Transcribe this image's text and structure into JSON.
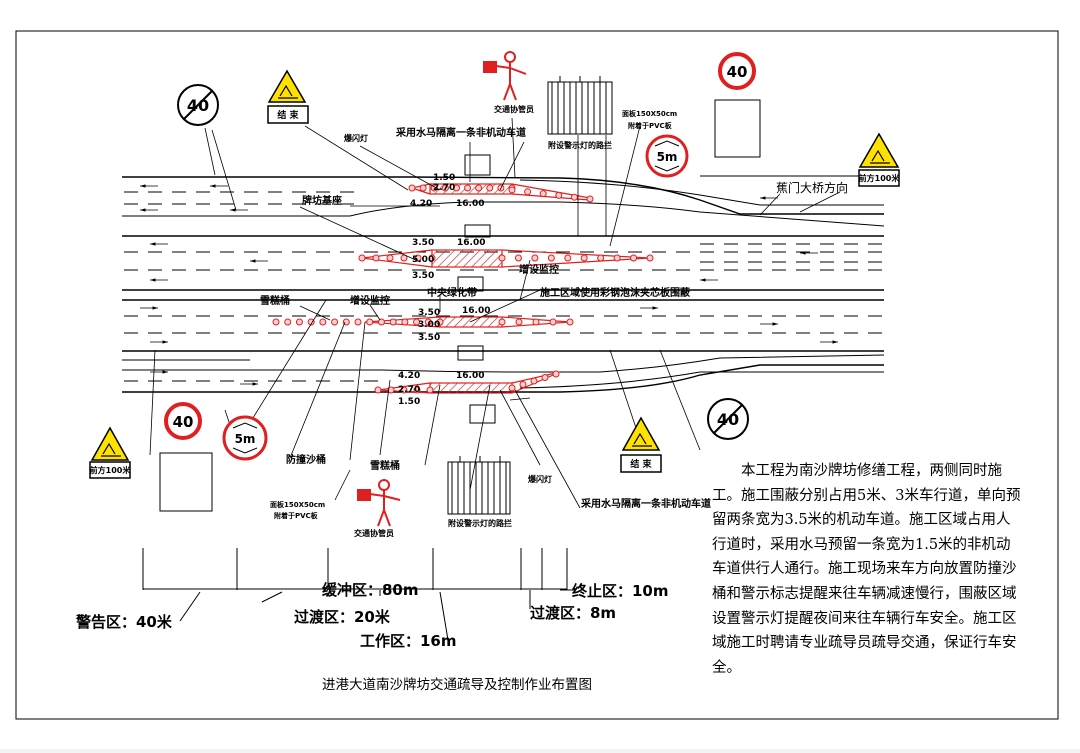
{
  "title": "进港大道南沙牌坊交通疏导及控制作业布置图",
  "signs": {
    "speed_end": "40",
    "speed_limit": "40",
    "height_limit": "5m",
    "end_work": "结 束",
    "ahead_100m": "前方100米"
  },
  "labels": {
    "water_barrier_top": "采用水马隔离一条非机动车道",
    "water_barrier_bottom": "采用水马隔离一条非机动车道",
    "flash_light_top": "爆闪灯",
    "flash_light_bottom": "爆闪灯",
    "traffic_guard_top": "交通协管员",
    "traffic_guard_bottom": "交通协管员",
    "fence_top": "附设警示灯的路拦",
    "fence_bottom": "附设警示灯的路拦",
    "pvc_top_1": "面板150X50cm",
    "pvc_top_2": "附着于PVC板",
    "pvc_bottom_1": "面板150X50cm",
    "pvc_bottom_2": "附着于PVC板",
    "arch_base": "牌坊基座",
    "monitor_right": "增设监控",
    "monitor_left": "增设监控",
    "median": "中央绿化带",
    "enclosure": "施工区域使用彩钢泡沫夹芯板围蔽",
    "cone_barrel": "雪糕桶",
    "crash_barrel": "防撞沙桶",
    "ice_cone_bottom": "雪糕桶",
    "bridge_direction": "蕉门大桥方向"
  },
  "dims": {
    "top_1_50": "1.50",
    "top_2_70": "2.70",
    "top_4_20": "4.20",
    "top_16": "16.00",
    "mid_3_50a": "3.50",
    "mid_16a": "16.00",
    "mid_5_00": "5.00",
    "mid_3_50b": "3.50",
    "low_3_50a": "3.50",
    "low_16": "16.00",
    "low_3_00": "3.00",
    "low_3_50b": "3.50",
    "bot_4_20": "4.20",
    "bot_16": "16.00",
    "bot_2_70": "2.70",
    "bot_1_50": "1.50"
  },
  "zones": {
    "warning": "警告区：40米",
    "transition1": "过渡区：20米",
    "buffer": "缓冲区：80m",
    "work": "工作区：16m",
    "transition2": "过渡区：8m",
    "termination": "终止区：10m"
  },
  "notes": "本工程为南沙牌坊修缮工程，两侧同时施工。施工围蔽分别占用5米、3米车行道，单向预留两条宽为3.5米的机动车道。施工区域占用人行道时，采用水马预留一条宽为1.5米的非机动车道供行人通行。施工现场来车方向放置防撞沙桶和警示标志提醒来往车辆减速慢行，围蔽区域设置警示灯提醒夜间来往车辆行车安全。施工区域施工时聘请专业疏导员疏导交通，保证行车安全。",
  "colors": {
    "work_red": "#e02020",
    "line_black": "#000000"
  }
}
